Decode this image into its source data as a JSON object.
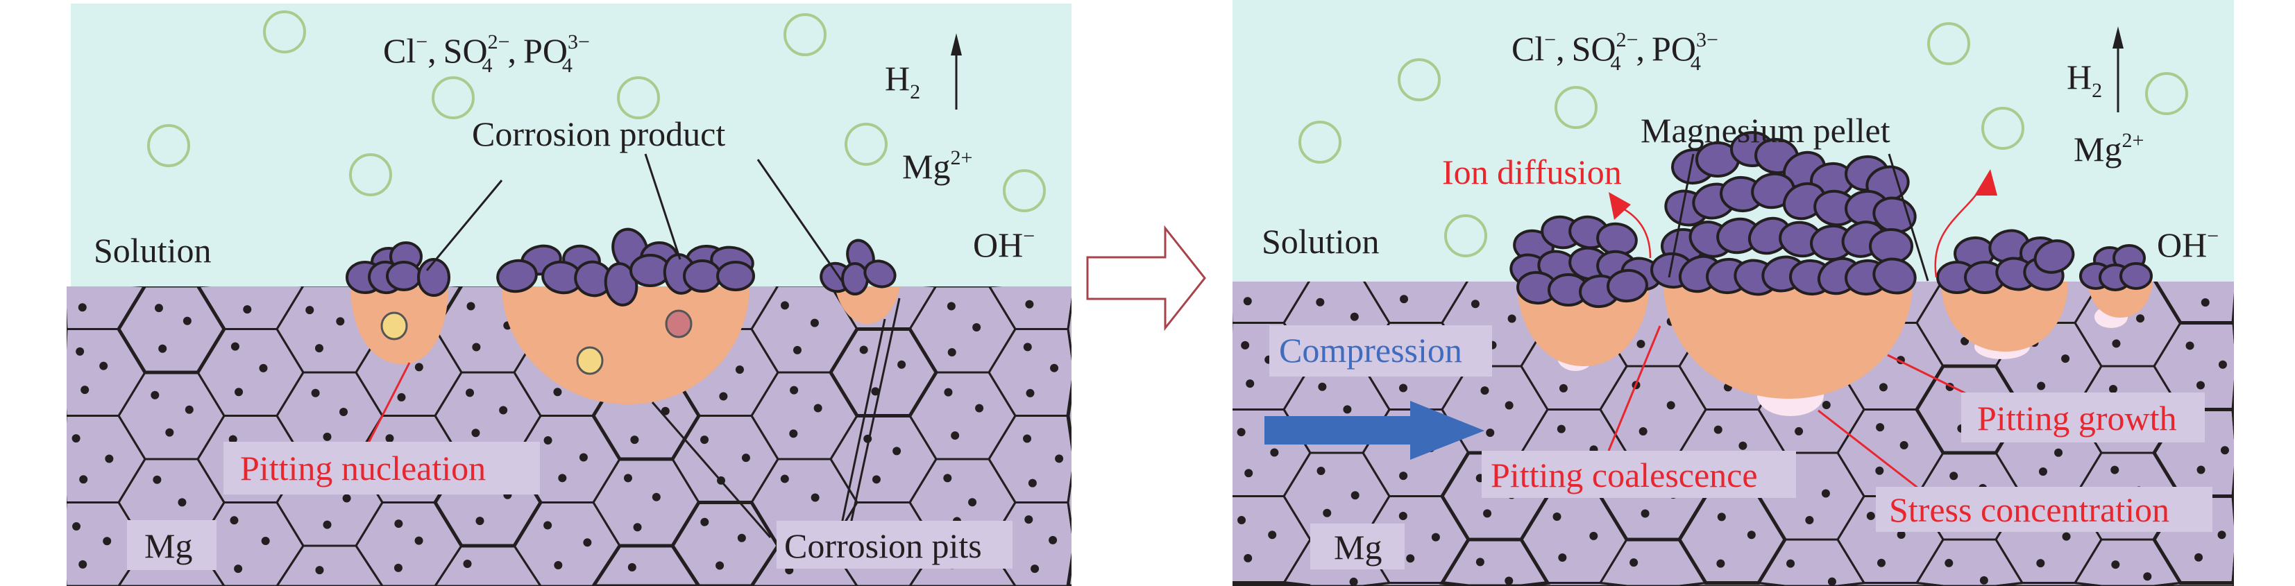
{
  "colors": {
    "solution": "#d9f1ef",
    "metal": "#c0b3d3",
    "pit": "#f0ad86",
    "pellet": "#705c9e",
    "bubble": "#a9cc8e",
    "label_box": "#d4c9e2",
    "red": "#e8262e",
    "blue": "#3f6cbf",
    "arrow_outline": "#a8434b",
    "stress_halo": "#fbe5f1",
    "yellow_particle": "#f3d784",
    "pink_particle": "#cc7a80"
  },
  "left_panel": {
    "ions": {
      "cl": "Cl",
      "cl_charge": "−",
      "so": "SO",
      "so_sub": "4",
      "so_charge": "2−",
      "po": "PO",
      "po_sub": "4",
      "po_charge": "3−",
      "sep": ","
    },
    "h2": {
      "base": "H",
      "sub": "2"
    },
    "mg_ion": {
      "base": "Mg",
      "charge": "2+"
    },
    "oh": {
      "base": "OH",
      "charge": "−"
    },
    "solution_label": "Solution",
    "corrosion_product_label": "Corrosion product",
    "pitting_nucleation_label": "Pitting nucleation",
    "mg_label": "Mg",
    "corrosion_pits_label": "Corrosion pits"
  },
  "right_panel": {
    "ions": {
      "cl": "Cl",
      "cl_charge": "−",
      "so": "SO",
      "so_sub": "4",
      "so_charge": "2−",
      "po": "PO",
      "po_sub": "4",
      "po_charge": "3−",
      "sep": ","
    },
    "h2": {
      "base": "H",
      "sub": "2"
    },
    "mg_ion": {
      "base": "Mg",
      "charge": "2+"
    },
    "oh": {
      "base": "OH",
      "charge": "−"
    },
    "solution_label": "Solution",
    "magnesium_pellet_label": "Magnesium pellet",
    "ion_diffusion_label": "Ion diffusion",
    "compression_label": "Compression",
    "pitting_coalescence_label": "Pitting coalescence",
    "pitting_growth_label": "Pitting growth",
    "stress_concentration_label": "Stress concentration",
    "mg_label": "Mg"
  }
}
